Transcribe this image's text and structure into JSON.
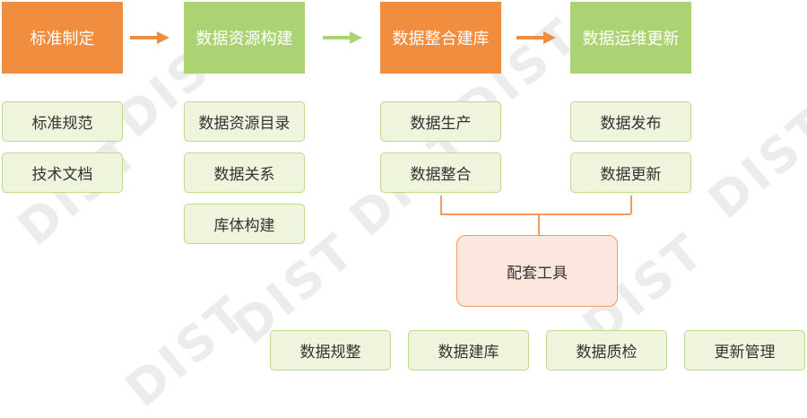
{
  "watermark": "DIST",
  "stages": [
    {
      "label": "标准制定",
      "color": "#f08d3f"
    },
    {
      "label": "数据资源构建",
      "color": "#acd373"
    },
    {
      "label": "数据整合建库",
      "color": "#f08d3f"
    },
    {
      "label": "数据运维更新",
      "color": "#acd373"
    }
  ],
  "stage_items": [
    [
      "标准规范",
      "技术文档"
    ],
    [
      "数据资源目录",
      "数据关系",
      "库体构建"
    ],
    [
      "数据生产",
      "数据整合"
    ],
    [
      "数据发布",
      "数据更新"
    ]
  ],
  "tools": {
    "label": "配套工具",
    "items": [
      "数据规整",
      "数据建库",
      "数据质检",
      "更新管理"
    ]
  }
}
